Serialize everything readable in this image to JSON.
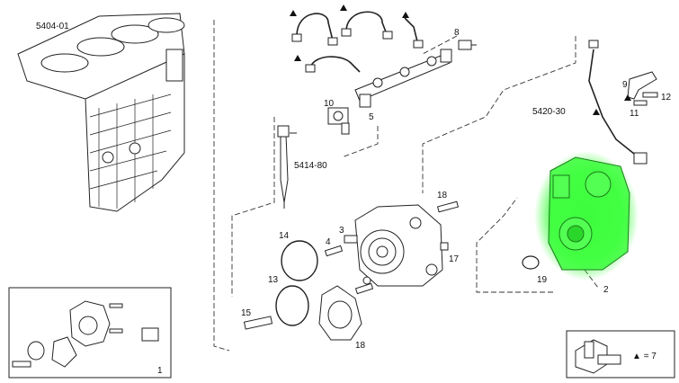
{
  "labels": {
    "engine_block": "5404-01",
    "injector": "5414-80",
    "pump_assembly": "5420-30",
    "part_1": "1",
    "part_2": "2",
    "part_3": "3",
    "part_4": "4",
    "part_5": "5",
    "part_8": "8",
    "part_9": "9",
    "part_10": "10",
    "part_11": "11",
    "part_12": "12",
    "part_13": "13",
    "part_14": "14",
    "part_15": "15",
    "part_17": "17",
    "part_18_bolt": "18",
    "part_18_gasket": "18",
    "part_19": "19"
  },
  "legend": {
    "symbol": "▲",
    "equals_text": "= 7"
  },
  "colors": {
    "line": "#222222",
    "highlight": "#3cff3c",
    "dash": "#333333"
  }
}
